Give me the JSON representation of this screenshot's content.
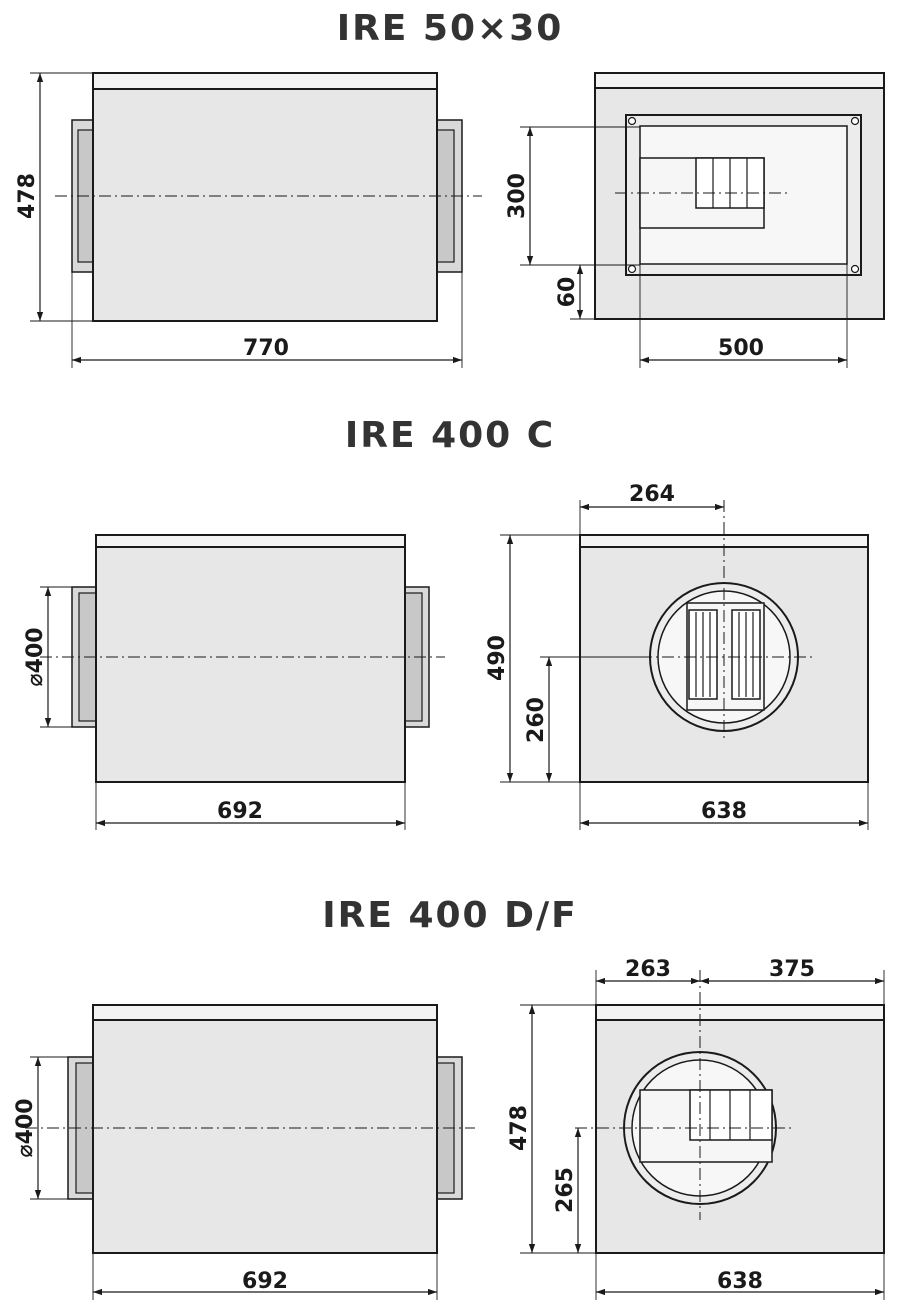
{
  "sections": [
    {
      "title": "IRE 50×30",
      "side_view": {
        "height": "478",
        "length": "770"
      },
      "front_view": {
        "opening_height": "300",
        "opening_offset": "60",
        "opening_width": "500"
      }
    },
    {
      "title": "IRE 400 C",
      "side_view": {
        "diameter": "⌀400",
        "length": "692"
      },
      "front_view": {
        "offset_x": "264",
        "height": "490",
        "center_height": "260",
        "width": "638"
      }
    },
    {
      "title": "IRE 400 D/F",
      "side_view": {
        "diameter": "⌀400",
        "length": "692"
      },
      "front_view": {
        "offset_left": "263",
        "offset_right": "375",
        "height": "478",
        "center_height": "265",
        "width": "638"
      }
    }
  ]
}
